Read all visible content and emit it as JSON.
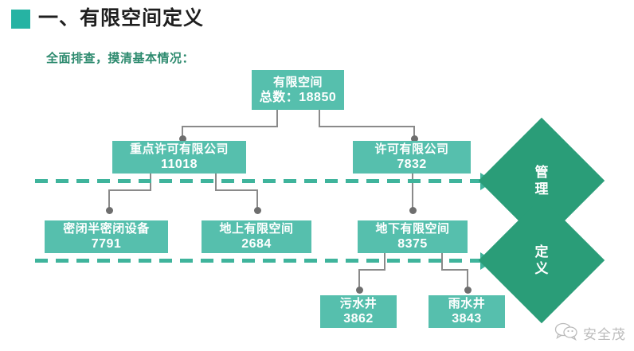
{
  "header": {
    "bullet_color": "#26b3a3",
    "title": "一、有限空间定义"
  },
  "subtitle": "全面排查，摸清基本情况：",
  "colors": {
    "node_fill": "#56bfad",
    "diamond_fill": "#2a9d78",
    "dash_green": "#3fb49c",
    "connector_gray": "#8a8a8a",
    "subtitle_green": "#2e8b6f"
  },
  "diagram": {
    "type": "org-tree",
    "nodes": [
      {
        "id": "root",
        "label": "有限空间",
        "value": "总数：18850",
        "level": 1
      },
      {
        "id": "key-permit",
        "label": "重点许可有限公司",
        "value": "11018",
        "level": 2
      },
      {
        "id": "permit",
        "label": "许可有限公司",
        "value": "7832",
        "level": 2
      },
      {
        "id": "sealed",
        "label": "密闭半密闭设备",
        "value": "7791",
        "level": 3
      },
      {
        "id": "above",
        "label": "地上有限空间",
        "value": "2684",
        "level": 3
      },
      {
        "id": "below",
        "label": "地下有限空间",
        "value": "8375",
        "level": 3
      },
      {
        "id": "sewage",
        "label": "污水井",
        "value": "3862",
        "level": 4
      },
      {
        "id": "rainwell",
        "label": "雨水井",
        "value": "3843",
        "level": 4
      }
    ],
    "edges": [
      {
        "from": "root",
        "to": "key-permit"
      },
      {
        "from": "root",
        "to": "permit"
      },
      {
        "from": "key-permit",
        "to": "sealed"
      },
      {
        "from": "key-permit",
        "to": "above"
      },
      {
        "from": "permit",
        "to": "below"
      },
      {
        "from": "below",
        "to": "sewage"
      },
      {
        "from": "below",
        "to": "rainwell"
      }
    ],
    "bands": [
      {
        "id": "manage",
        "label": "管理",
        "label_chars": [
          "管",
          "理"
        ]
      },
      {
        "id": "define",
        "label": "定义",
        "label_chars": [
          "定",
          "义"
        ]
      }
    ]
  },
  "watermark": {
    "text": "安全茂"
  }
}
